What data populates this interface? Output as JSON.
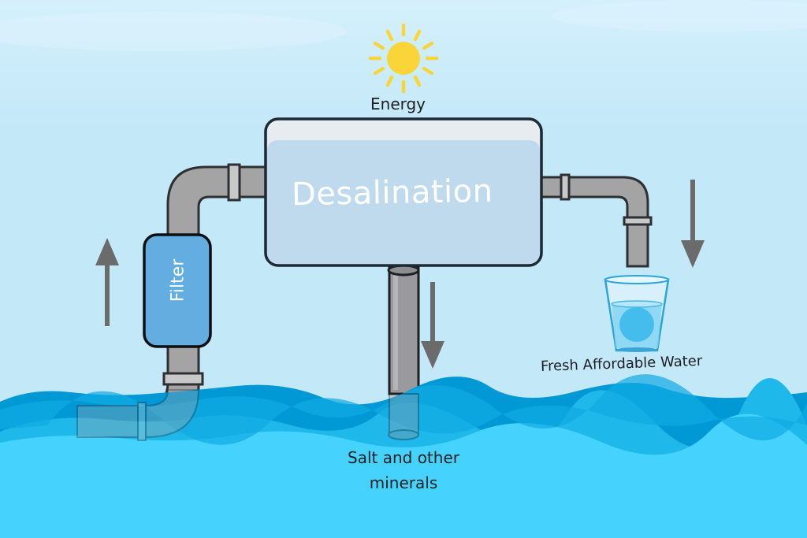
{
  "diagram": {
    "title": "Desalination",
    "nodes": {
      "energy": {
        "label": "Energy",
        "icon": "sun-icon"
      },
      "desalination": {
        "label": "Desalination"
      },
      "filter": {
        "label": "Filter"
      },
      "fresh_water": {
        "label": "Fresh Affordable Water",
        "icon": "water-glass-icon"
      },
      "salt": {
        "line1": "Salt and other",
        "line2": "minerals"
      }
    },
    "flows": [
      {
        "from": "sea",
        "to": "filter",
        "direction": "up"
      },
      {
        "from": "filter",
        "to": "desalination"
      },
      {
        "from": "desalination",
        "to": "fresh_water",
        "direction": "down"
      },
      {
        "from": "desalination",
        "to": "salt",
        "direction": "down"
      }
    ],
    "colors": {
      "sky": "#c3e8f8",
      "sea_light": "#45d3fd",
      "sea_mid": "#1fb8ea",
      "sea_dark": "#0099d6",
      "pipe": "#a4a4a4",
      "pipe_outline": "#2d2f33",
      "sun": "#fad53a",
      "tank_fill": "#bedaec",
      "tank_top": "#e6ecf0",
      "filter_fill": "#63ade0",
      "arrow": "#6b6b6b"
    }
  }
}
